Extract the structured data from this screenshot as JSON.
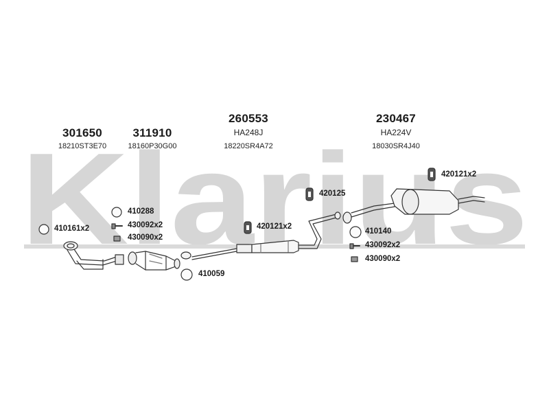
{
  "watermark": {
    "text": "Klarius",
    "color": "#d4d4d4"
  },
  "assemblies": [
    {
      "part": "301650",
      "oe": "18210ST3E70"
    },
    {
      "part": "311910",
      "oe": "18160P30G00"
    },
    {
      "part": "260553",
      "sub": "HA248J",
      "oe": "18220SR4A72"
    },
    {
      "part": "230467",
      "sub": "HA224V",
      "oe": "18030SR4J40"
    }
  ],
  "fittings": [
    "410161x2",
    "410288",
    "430092x2",
    "430090x2",
    "410059",
    "420121x2",
    "420125",
    "420121x2",
    "410140",
    "430092x2",
    "430090x2"
  ]
}
